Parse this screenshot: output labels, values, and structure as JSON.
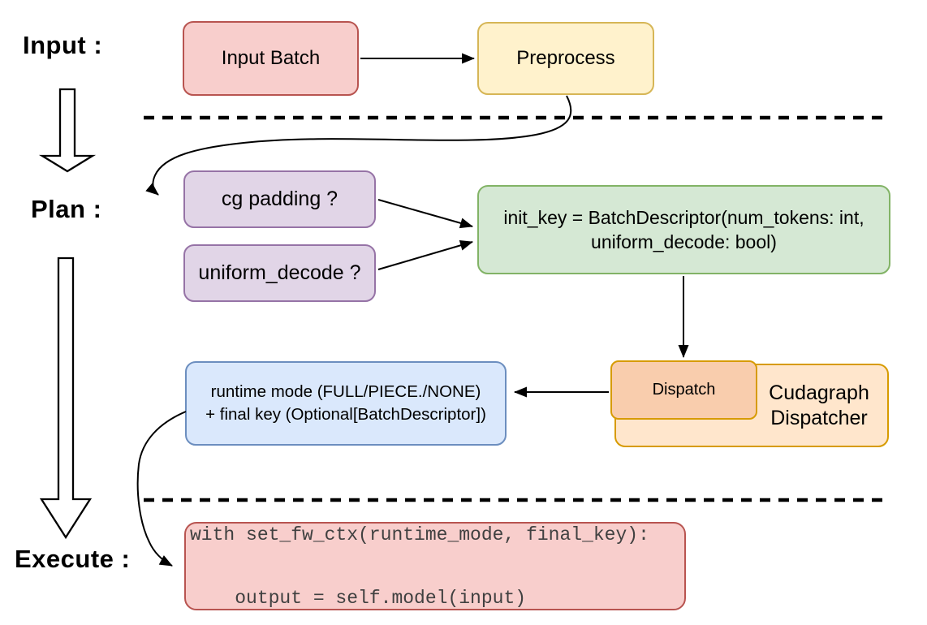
{
  "phases": {
    "input_label": "Input :",
    "plan_label": "Plan :",
    "execute_label": "Execute :"
  },
  "nodes": {
    "input_batch": {
      "label": "Input Batch"
    },
    "preprocess": {
      "label": "Preprocess"
    },
    "cg_padding": {
      "label": "cg padding ?"
    },
    "uniform_decode": {
      "label": "uniform_decode ?"
    },
    "init_key": {
      "line1": "init_key = BatchDescriptor(num_tokens: int,",
      "line2": "uniform_decode: bool)"
    },
    "dispatch": {
      "label": "Dispatch"
    },
    "cudagraph_dispatcher": {
      "line1": "Cudagraph",
      "line2": "Dispatcher"
    },
    "runtime_mode": {
      "line1": "runtime mode (FULL/PIECE./NONE)",
      "line2": "+ final key (Optional[BatchDescriptor])"
    },
    "execute_code": {
      "line1": "with set_fw_ctx(runtime_mode, final_key):",
      "line2": "    output = self.model(input)"
    }
  },
  "colors": {
    "red_fill": "#F8CECC",
    "red_border": "#B85450",
    "yellow_fill": "#FFF2CC",
    "yellow_border": "#D6B656",
    "purple_fill": "#E1D5E7",
    "purple_border": "#9673A6",
    "green_fill": "#D5E8D4",
    "green_border": "#82B366",
    "blue_fill": "#DAE8FC",
    "blue_border": "#6C8EBF",
    "orange_fill": "#FFE6CC",
    "orange_inner_fill": "#F9CDAD",
    "orange_border": "#D79B00",
    "code_text": "#404040",
    "connector": "#000000"
  }
}
